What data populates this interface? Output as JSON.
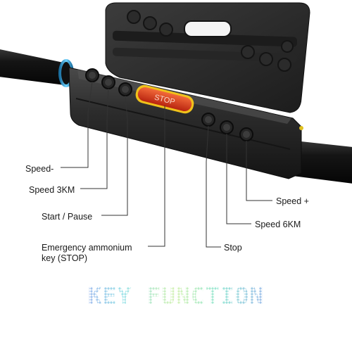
{
  "labels": {
    "speed_minus": "Speed-",
    "speed_3km": "Speed 3KM",
    "start_pause": "Start / Pause",
    "emergency": "Emergency ammonium key (STOP)",
    "speed_plus": "Speed +",
    "speed_6km": "Speed 6KM",
    "stop": "Stop"
  },
  "device": {
    "stop_button_text": "STOP"
  },
  "banner": {
    "title": "KEY FUNCTION DESCRIPTION"
  },
  "colors": {
    "handlebar": "#1c1c1c",
    "console_body": "#2b2b2b",
    "stop_button": "#d93a1e",
    "stop_button_glow": "#f0c21b",
    "ring_accent": "#2fa8e0",
    "callout_line": "#333333"
  }
}
